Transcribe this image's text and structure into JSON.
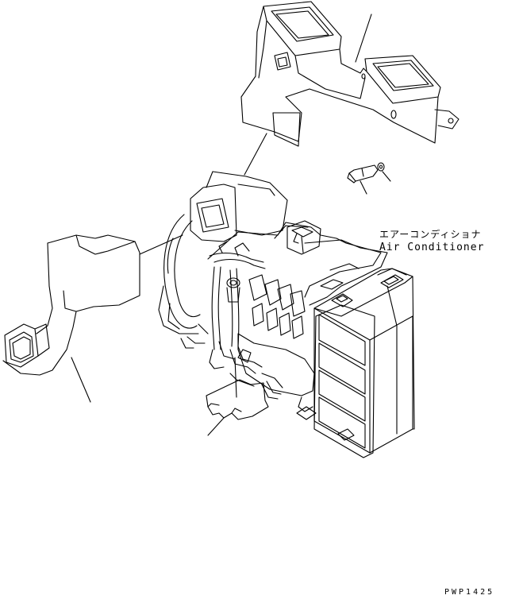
{
  "callouts": {
    "component_name_jp": "エアーコンディショナ",
    "component_name_en": "Air Conditioner"
  },
  "drawing": {
    "code": "PWP1425"
  },
  "colors": {
    "line": "#000000",
    "background": "#ffffff"
  }
}
